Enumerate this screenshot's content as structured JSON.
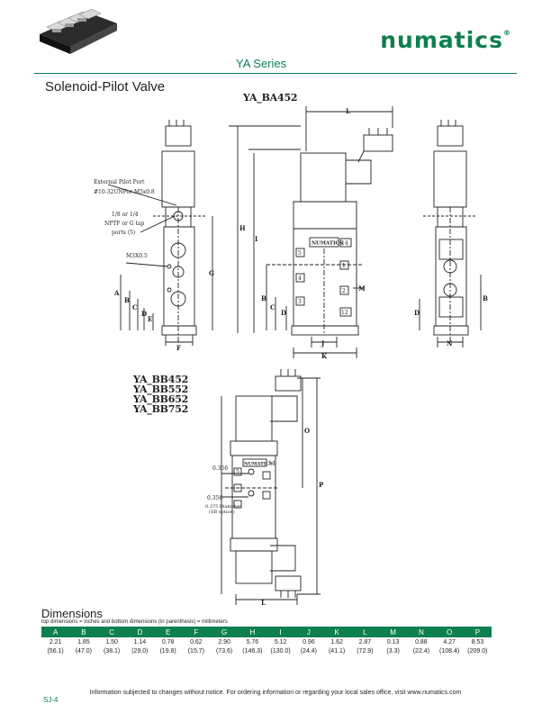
{
  "header": {
    "brand": "numatics",
    "brand_mark": "®",
    "series": "YA Series",
    "accent_color": "#0e7f4f"
  },
  "page_title": "Solenoid-Pilot Valve",
  "drawing": {
    "model_top": "YA_BA452",
    "models_bottom": [
      "YA_BB452",
      "YA_BB552",
      "YA_BB652",
      "YA_BB752"
    ],
    "callouts": {
      "external_pilot_port": "External Pilot Port",
      "external_pilot_thread": "#10-32UNFor M5x0.8",
      "port_size": "1/8 or 1/4",
      "port_thread": "NPTF or G tap",
      "port_count": "ports (5)",
      "mount_thread": "M3X0.5",
      "offset_1": "0.356",
      "offset_2": "0.356",
      "diameter": "0.375 Diameter",
      "diameter_note": "(SB option)",
      "body_label": "NUMATICS"
    },
    "port_numbers": [
      "5",
      "4",
      "3",
      "1",
      "2",
      "12",
      "14"
    ],
    "dim_letters": [
      "A",
      "B",
      "C",
      "D",
      "E",
      "F",
      "G",
      "H",
      "I",
      "J",
      "K",
      "L",
      "M",
      "N",
      "O",
      "P"
    ]
  },
  "dimensions": {
    "title": "Dimensions",
    "note": "top dimensions = inches and bottom dimensions (in parenthesis) = millimeters",
    "columns": [
      {
        "letter": "A",
        "inch": "2.21",
        "mm": "(56.1)"
      },
      {
        "letter": "B",
        "inch": "1.85",
        "mm": "(47.0)"
      },
      {
        "letter": "C",
        "inch": "1.50",
        "mm": "(38.1)"
      },
      {
        "letter": "D",
        "inch": "1.14",
        "mm": "(29.0)"
      },
      {
        "letter": "E",
        "inch": "0.78",
        "mm": "(19.8)"
      },
      {
        "letter": "F",
        "inch": "0.62",
        "mm": "(15.7)"
      },
      {
        "letter": "G",
        "inch": "2.90",
        "mm": "(73.6)"
      },
      {
        "letter": "H",
        "inch": "5.76",
        "mm": "(146.3)"
      },
      {
        "letter": "I",
        "inch": "5.12",
        "mm": "(130.0)"
      },
      {
        "letter": "J",
        "inch": "0.96",
        "mm": "(24.4)"
      },
      {
        "letter": "K",
        "inch": "1.62",
        "mm": "(41.1)"
      },
      {
        "letter": "L",
        "inch": "2.87",
        "mm": "(72.9)"
      },
      {
        "letter": "M",
        "inch": "0.13",
        "mm": "(3.3)"
      },
      {
        "letter": "N",
        "inch": "0.88",
        "mm": "(22.4)"
      },
      {
        "letter": "O",
        "inch": "4.27",
        "mm": "(108.4)"
      },
      {
        "letter": "P",
        "inch": "8.53",
        "mm": "(209.0)"
      }
    ]
  },
  "footer": "Information subjected to changes without notice. For ordering information or regarding your local sales office, visit  www.numatics.com",
  "page_number": "SJ-4"
}
